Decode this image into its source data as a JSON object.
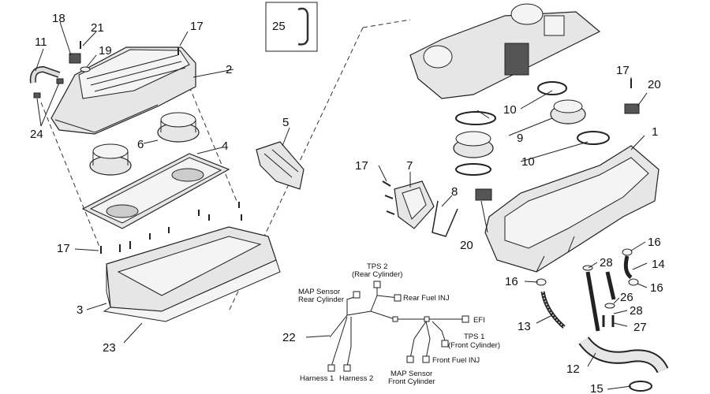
{
  "callouts": {
    "c1": "1",
    "c2": "2",
    "c3": "3",
    "c4": "4",
    "c5": "5",
    "c6": "6",
    "c7": "7",
    "c8": "8",
    "c9": "9",
    "c10a": "10",
    "c10b": "10",
    "c11": "11",
    "c12": "12",
    "c13": "13",
    "c14": "14",
    "c15": "15",
    "c16a": "16",
    "c16b": "16",
    "c16c": "16",
    "c17a": "17",
    "c17b": "17",
    "c17c": "17",
    "c17d": "17",
    "c18": "18",
    "c19": "19",
    "c20a": "20",
    "c20b": "20",
    "c21": "21",
    "c22": "22",
    "c23": "23",
    "c24": "24",
    "c25": "25",
    "c26": "26",
    "c27": "27",
    "c28a": "28",
    "c28b": "28"
  },
  "harness_labels": {
    "tps2_line1": "TPS 2",
    "tps2_line2": "(Rear Cylinder)",
    "map_rear_line1": "MAP Sensor",
    "map_rear_line2": "Rear Cylinder",
    "rear_fuel_inj": "Rear Fuel INJ",
    "efi": "EFI",
    "tps1_line1": "TPS 1",
    "tps1_line2": "(Front Cylinder)",
    "front_fuel_inj": "Front Fuel INJ",
    "map_front_line1": "MAP Sensor",
    "map_front_line2": "Front Cylinder",
    "harness1": "Harness 1",
    "harness2": "Harness 2"
  }
}
